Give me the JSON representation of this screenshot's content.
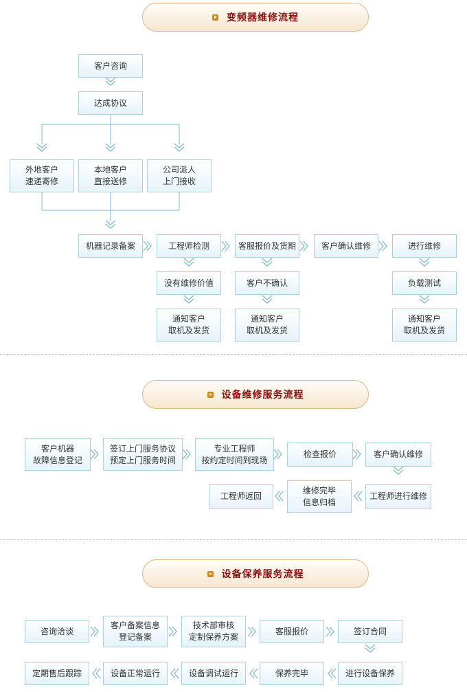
{
  "sections": [
    {
      "title": "变频器维修流程",
      "nodes": [
        {
          "id": "a1",
          "label": "客户咨询"
        },
        {
          "id": "a2",
          "label": "达成协议"
        },
        {
          "id": "a3",
          "label": "外地客户\n速递寄修"
        },
        {
          "id": "a4",
          "label": "本地客户\n直接送修"
        },
        {
          "id": "a5",
          "label": "公司派人\n上门接收"
        },
        {
          "id": "a6",
          "label": "机器记录备案"
        },
        {
          "id": "a7",
          "label": "工程师检测"
        },
        {
          "id": "a8",
          "label": "客服报价及货期"
        },
        {
          "id": "a9",
          "label": "客户确认维修"
        },
        {
          "id": "a10",
          "label": "进行维修"
        },
        {
          "id": "a11",
          "label": "没有维修价值"
        },
        {
          "id": "a12",
          "label": "客户不确认"
        },
        {
          "id": "a13",
          "label": "负载测试"
        },
        {
          "id": "a14",
          "label": "通知客户\n取机及发货"
        },
        {
          "id": "a15",
          "label": "通知客户\n取机及发货"
        },
        {
          "id": "a16",
          "label": "通知客户\n取机及发货"
        }
      ]
    },
    {
      "title": "设备维修服务流程",
      "nodes": [
        {
          "id": "b1",
          "label": "客户机器\n故障信息登记"
        },
        {
          "id": "b2",
          "label": "签订上门服务协议\n预定上门服务时间"
        },
        {
          "id": "b3",
          "label": "专业工程师\n按约定时间到现场"
        },
        {
          "id": "b4",
          "label": "检查报价"
        },
        {
          "id": "b5",
          "label": "客户确认维修"
        },
        {
          "id": "b6",
          "label": "工程师进行维修"
        },
        {
          "id": "b7",
          "label": "维修完毕\n信息归档"
        },
        {
          "id": "b8",
          "label": "工程师返回"
        }
      ]
    },
    {
      "title": "设备保养服务流程",
      "nodes": [
        {
          "id": "c1",
          "label": "咨询洽谈"
        },
        {
          "id": "c2",
          "label": "客户备案信息\n登记备案"
        },
        {
          "id": "c3",
          "label": "技术部审核\n定制保养方案"
        },
        {
          "id": "c4",
          "label": "客服报价"
        },
        {
          "id": "c5",
          "label": "签订合同"
        },
        {
          "id": "c6",
          "label": "进行设备保养"
        },
        {
          "id": "c7",
          "label": "保养完毕"
        },
        {
          "id": "c8",
          "label": "设备调试运行"
        },
        {
          "id": "c9",
          "label": "设备正常运行"
        },
        {
          "id": "c10",
          "label": "定期售后跟踪"
        }
      ]
    }
  ]
}
